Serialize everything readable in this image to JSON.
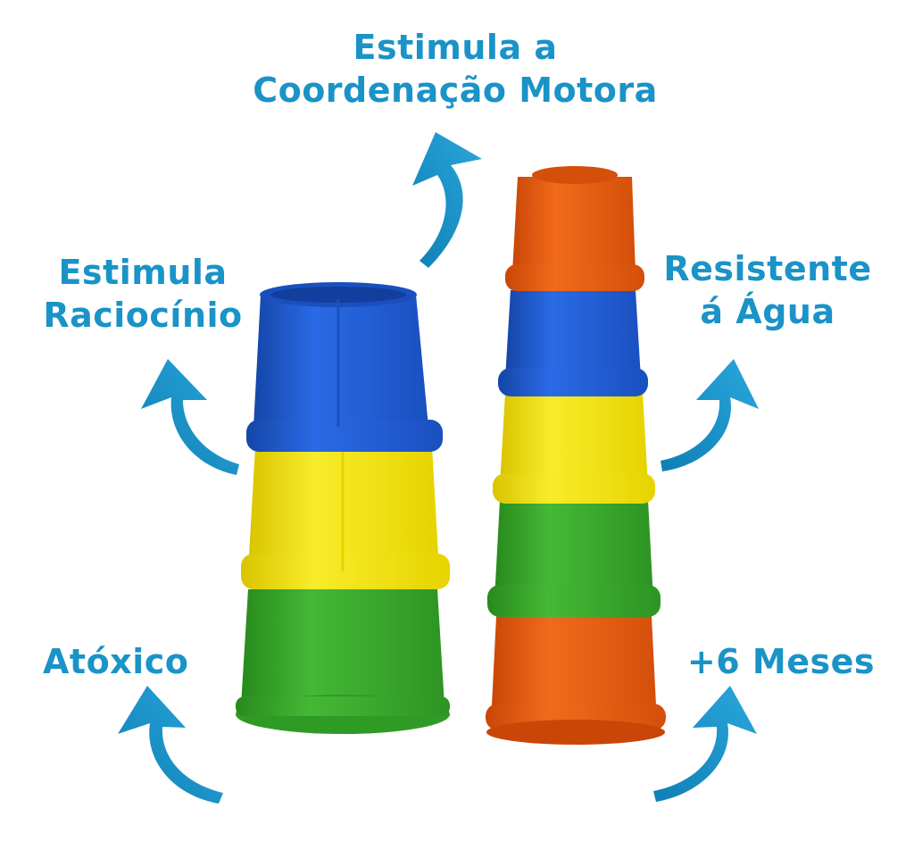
{
  "colors": {
    "accent": "#1a93c7",
    "cup_blue": "#1f5ed6",
    "cup_yellow": "#f2e30f",
    "cup_green": "#3aa62c",
    "cup_orange": "#e8590f"
  },
  "features": {
    "top": {
      "line1": "Estimula a",
      "line2": "Coordenação Motora"
    },
    "left_upper": {
      "line1": "Estimula",
      "line2": "Raciocínio"
    },
    "right_upper": {
      "line1": "Resistente",
      "line2": "á Água"
    },
    "left_lower": {
      "text": "Atóxico"
    },
    "right_lower": {
      "text": "+6 Meses"
    }
  },
  "icons": [
    "curved-arrow-icon"
  ],
  "product": {
    "left_stack": [
      "blue",
      "yellow",
      "green"
    ],
    "right_stack": [
      "orange",
      "blue",
      "yellow",
      "green",
      "orange"
    ]
  }
}
